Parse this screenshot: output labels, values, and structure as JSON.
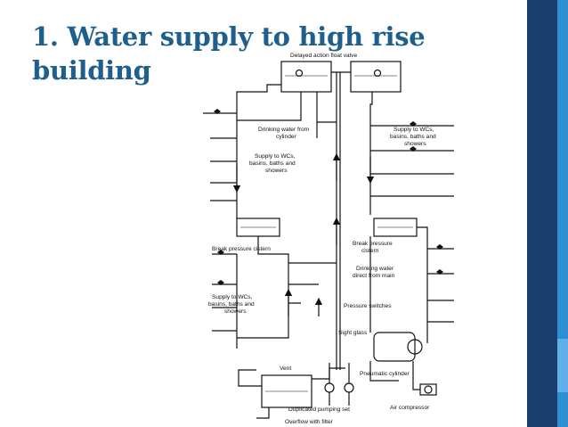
{
  "slide": {
    "title_line1": "1. Water supply to high rise",
    "title_line2": "building"
  },
  "colors": {
    "title": "#1f5f8b",
    "bar_dark": "#1a3f6e",
    "bar_light": "#2f8fd3",
    "line": "#111111"
  },
  "diagram": {
    "labels": {
      "delayed_valve": "Delayed action float valve",
      "drinking_cylinder_1": "Drinking water from",
      "drinking_cylinder_2": "cylinder",
      "supply_upper_left_1": "Supply to WCs,",
      "supply_upper_left_2": "basins, baths and",
      "supply_upper_left_3": "showers",
      "supply_upper_right_1": "Supply to WCs,",
      "supply_upper_right_2": "basins, baths and",
      "supply_upper_right_3": "showers",
      "break_left": "Break pressure cistern",
      "break_right_1": "Break pressure",
      "break_right_2": "cistern",
      "drinking_main_1": "Drinking water",
      "drinking_main_2": "direct from main",
      "supply_lower_1": "Supply to WCs,",
      "supply_lower_2": "basins, baths and",
      "supply_lower_3": "showers",
      "pressure_switches": "Pressure switches",
      "sight_glass": "Sight glass",
      "vent": "Vent",
      "pneumatic": "Pneumatic cylinder",
      "pumping_set": "Duplicated pumping set",
      "overflow": "Overflow with filter",
      "air_compressor": "Air compressor"
    }
  }
}
